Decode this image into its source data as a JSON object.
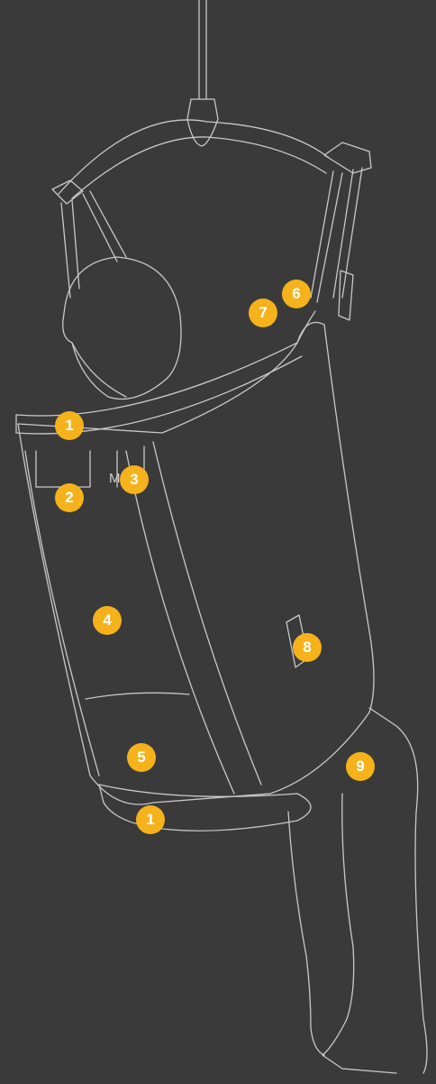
{
  "figure": {
    "background": "#3a3a3a",
    "line_color": "#c9c9c9",
    "marker_color": "#f5b21b",
    "sling_label_letter": "M",
    "markers": [
      {
        "id": "m1-top",
        "label": "1"
      },
      {
        "id": "m2",
        "label": "2"
      },
      {
        "id": "m3",
        "label": "3"
      },
      {
        "id": "m4",
        "label": "4"
      },
      {
        "id": "m5",
        "label": "5"
      },
      {
        "id": "m1-bottom",
        "label": "1"
      },
      {
        "id": "m6",
        "label": "6"
      },
      {
        "id": "m7",
        "label": "7"
      },
      {
        "id": "m8",
        "label": "8"
      },
      {
        "id": "m9",
        "label": "9"
      }
    ]
  }
}
